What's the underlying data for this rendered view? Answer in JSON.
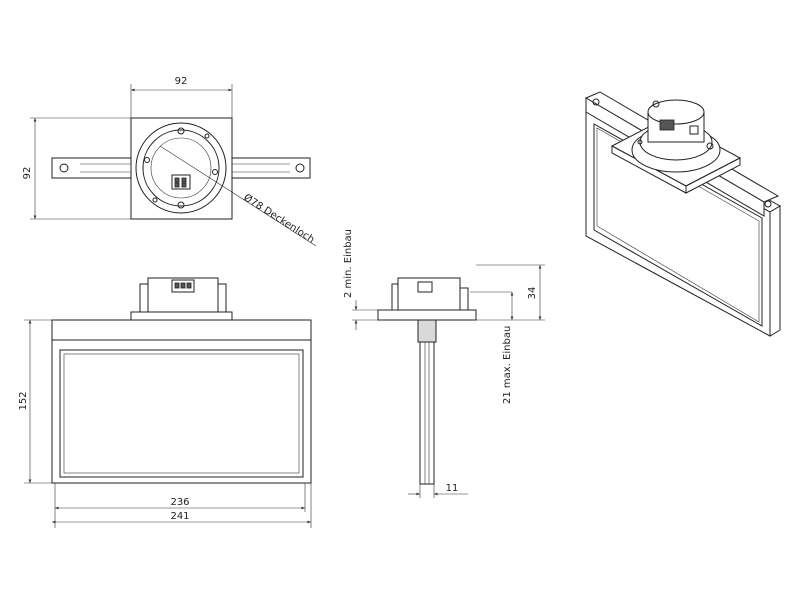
{
  "labels": {
    "top_width": "92",
    "top_height": "92",
    "hole": "Ø78 Deckenloch",
    "front_height": "152",
    "inner_width": "236",
    "outer_width": "241",
    "min_install": "2 min. Einbau",
    "max_install": "21 max. Einbau",
    "side_depth": "34",
    "side_thickness": "11"
  },
  "colors": {
    "line": "#222222",
    "fill_gray": "#d9d9d9"
  }
}
